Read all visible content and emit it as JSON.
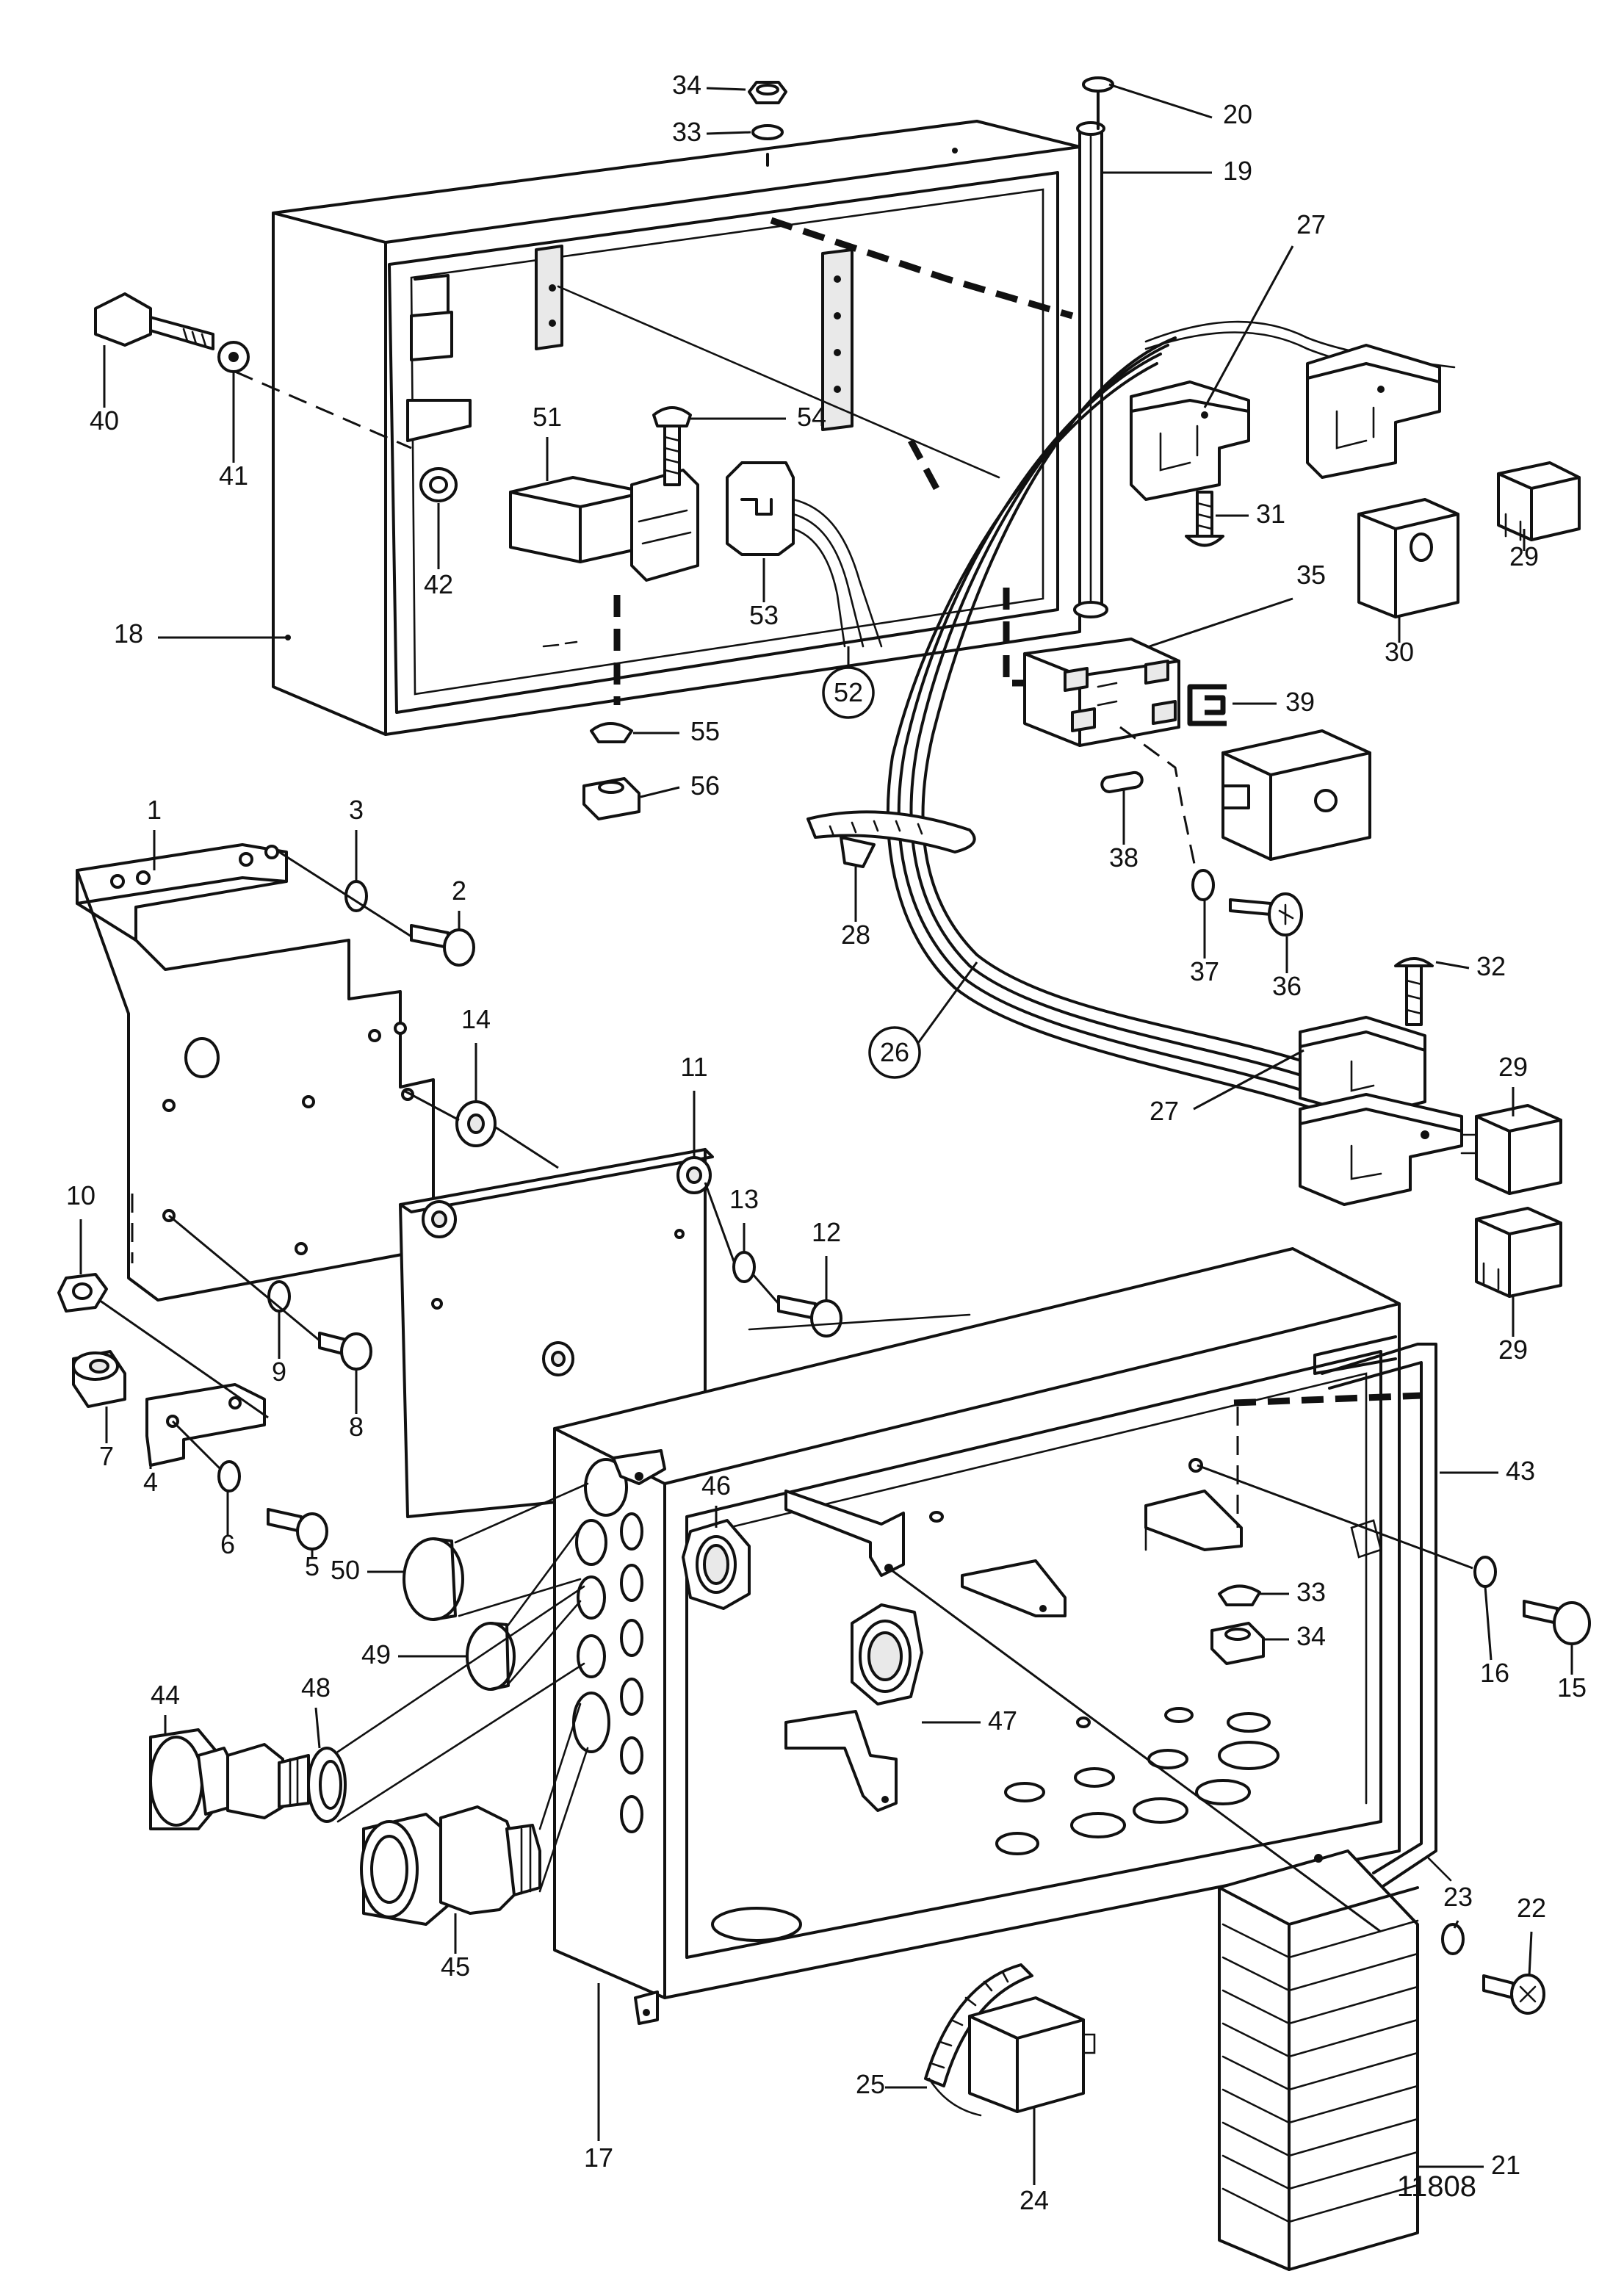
{
  "figure_number": "11808",
  "parts": [
    {
      "id": "p1",
      "label": "1"
    },
    {
      "id": "p2",
      "label": "2"
    },
    {
      "id": "p3",
      "label": "3"
    },
    {
      "id": "p4",
      "label": "4"
    },
    {
      "id": "p5",
      "label": "5"
    },
    {
      "id": "p6",
      "label": "6"
    },
    {
      "id": "p7",
      "label": "7"
    },
    {
      "id": "p8",
      "label": "8"
    },
    {
      "id": "p9",
      "label": "9"
    },
    {
      "id": "p10",
      "label": "10"
    },
    {
      "id": "p11",
      "label": "11"
    },
    {
      "id": "p12",
      "label": "12"
    },
    {
      "id": "p13",
      "label": "13"
    },
    {
      "id": "p14",
      "label": "14"
    },
    {
      "id": "p15",
      "label": "15"
    },
    {
      "id": "p16",
      "label": "16"
    },
    {
      "id": "p17",
      "label": "17"
    },
    {
      "id": "p18",
      "label": "18"
    },
    {
      "id": "p19",
      "label": "19"
    },
    {
      "id": "p20",
      "label": "20"
    },
    {
      "id": "p21",
      "label": "21"
    },
    {
      "id": "p22",
      "label": "22"
    },
    {
      "id": "p23",
      "label": "23"
    },
    {
      "id": "p24",
      "label": "24"
    },
    {
      "id": "p25",
      "label": "25"
    },
    {
      "id": "p26",
      "label": "26"
    },
    {
      "id": "p27a",
      "label": "27"
    },
    {
      "id": "p27b",
      "label": "27"
    },
    {
      "id": "p28",
      "label": "28"
    },
    {
      "id": "p29a",
      "label": "29"
    },
    {
      "id": "p29b",
      "label": "29"
    },
    {
      "id": "p29c",
      "label": "29"
    },
    {
      "id": "p30",
      "label": "30"
    },
    {
      "id": "p31",
      "label": "31"
    },
    {
      "id": "p32",
      "label": "32"
    },
    {
      "id": "p33a",
      "label": "33"
    },
    {
      "id": "p33b",
      "label": "33"
    },
    {
      "id": "p34a",
      "label": "34"
    },
    {
      "id": "p34b",
      "label": "34"
    },
    {
      "id": "p35",
      "label": "35"
    },
    {
      "id": "p36",
      "label": "36"
    },
    {
      "id": "p37",
      "label": "37"
    },
    {
      "id": "p38",
      "label": "38"
    },
    {
      "id": "p39",
      "label": "39"
    },
    {
      "id": "p40",
      "label": "40"
    },
    {
      "id": "p41",
      "label": "41"
    },
    {
      "id": "p42",
      "label": "42"
    },
    {
      "id": "p43",
      "label": "43"
    },
    {
      "id": "p44",
      "label": "44"
    },
    {
      "id": "p45",
      "label": "45"
    },
    {
      "id": "p46",
      "label": "46"
    },
    {
      "id": "p47",
      "label": "47"
    },
    {
      "id": "p48",
      "label": "48"
    },
    {
      "id": "p49",
      "label": "49"
    },
    {
      "id": "p50",
      "label": "50"
    },
    {
      "id": "p51",
      "label": "51"
    },
    {
      "id": "p52",
      "label": "52"
    },
    {
      "id": "p53",
      "label": "53"
    },
    {
      "id": "p54",
      "label": "54"
    },
    {
      "id": "p55",
      "label": "55"
    },
    {
      "id": "p56",
      "label": "56"
    }
  ]
}
